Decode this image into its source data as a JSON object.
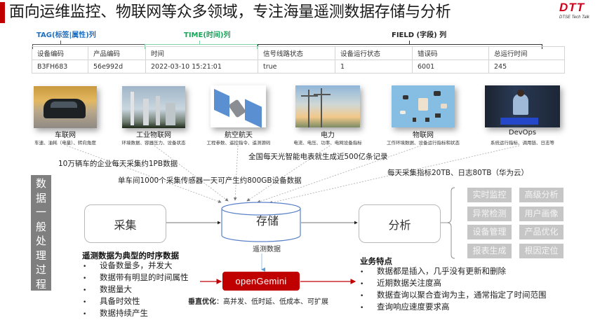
{
  "header": {
    "title": "面向运维监控、物联网等众多领域，专注海量遥测数据存储与分析",
    "logo_mark": "DTT",
    "logo_sub": "DTSE Tech Talk",
    "accent_color": "#c00000"
  },
  "schema": {
    "tag_label": "TAG(标签|属性)列",
    "time_label": "TIME(时间)列",
    "field_label": "FIELD (字段) 列",
    "tag_color": "#1f6fc0",
    "time_color": "#19a35a",
    "columns": [
      "设备编码",
      "产品编码",
      "时间",
      "信号线路状态",
      "设备运行状态",
      "错误码",
      "总运行时间"
    ],
    "row": [
      "B3FH683",
      "56e992d",
      "2022-03-10 15:21:01",
      "true",
      "1",
      "6001",
      "245"
    ]
  },
  "domains": [
    {
      "name": "车联网",
      "desc": "车速、油耗（电量）、转向角度",
      "image": "car-image"
    },
    {
      "name": "工业物联网",
      "desc": "环境数据、容器压力、设备状态",
      "image": "factory-image"
    },
    {
      "name": "航空航天",
      "desc": "工程参数、遥控指令、遥测源码",
      "image": "satellite-image"
    },
    {
      "name": "电力",
      "desc": "电流、电压、功率、电网设备指标",
      "image": "power-tower-image"
    },
    {
      "name": "物联网",
      "desc": "工作环境数据、设备运行指标和状态",
      "image": "iot-devices-image"
    },
    {
      "name": "DevOps",
      "desc": "系统运行指标、调用链、日志等",
      "image": "datacenter-image"
    }
  ],
  "stats": [
    "10万辆车的企业每天采集约1PB数据",
    "单车间1000个采集传感器一天可产生约800GB设备数据",
    "全国每天光智能电表就生成近500亿条记录",
    "每天采集指标20TB、日志80TB（华为云）"
  ],
  "side_label": [
    "数",
    "据",
    "一",
    "般",
    "处",
    "理",
    "过",
    "程"
  ],
  "pipeline": {
    "collect": "采集",
    "storage": "存储",
    "storage_sub": "遥测数据",
    "analyze": "分析",
    "engine": "openGemini",
    "vertical_opt_label": "垂直优化",
    "vertical_opt_text": "：高并发、低时延、低成本、可扩展"
  },
  "analysis_features": [
    [
      "实时监控",
      "高级分析"
    ],
    [
      "异常检测",
      "用户画像"
    ],
    [
      "设备管理",
      "产品优化"
    ],
    [
      "报表生成",
      "根因定位"
    ]
  ],
  "timeseries": {
    "title": "遥测数据为典型的时序数据",
    "items": [
      "设备数量多，并发大",
      "数据带有明显的时间属性",
      "数据量大",
      "具备时效性",
      "数据持续产生"
    ]
  },
  "business": {
    "title": "业务特点",
    "items": [
      "数据都是插入，几乎没有更新和删除",
      "近期数据关注度高",
      "数据查询以聚合查询为主，通常指定了时间范围",
      "查询响应速度要求高"
    ]
  },
  "bullet_glyph": "•"
}
